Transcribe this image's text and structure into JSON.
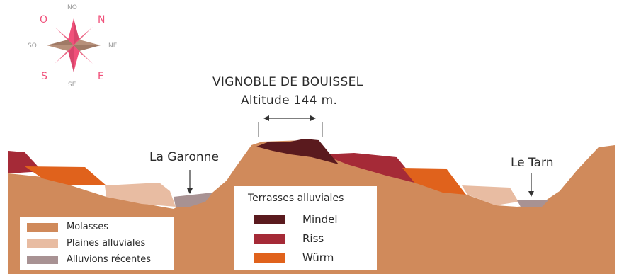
{
  "compass": {
    "n": "N",
    "o": "O",
    "s": "S",
    "e": "E",
    "no": "NO",
    "ne": "NE",
    "so": "SO",
    "se": "SE",
    "color_main": "#f0507a",
    "color_secondary": "#9a9a9a"
  },
  "site": {
    "title": "VIGNOBLE DE BOUISSEL",
    "altitude": "Altitude 144 m."
  },
  "rivers": {
    "garonne": "La Garonne",
    "tarn": "Le Tarn"
  },
  "legend_main": {
    "items": [
      {
        "label": "Molasses",
        "color": "#d08a5b"
      },
      {
        "label": "Plaines alluviales",
        "color": "#e8bca2"
      },
      {
        "label": "Alluvions récentes",
        "color": "#a89293"
      }
    ]
  },
  "legend_terraces": {
    "title": "Terrasses alluviales",
    "items": [
      {
        "label": "Mindel",
        "color": "#5a1a1e"
      },
      {
        "label": "Riss",
        "color": "#a52a37"
      },
      {
        "label": "Würm",
        "color": "#e0621c"
      }
    ]
  }
}
